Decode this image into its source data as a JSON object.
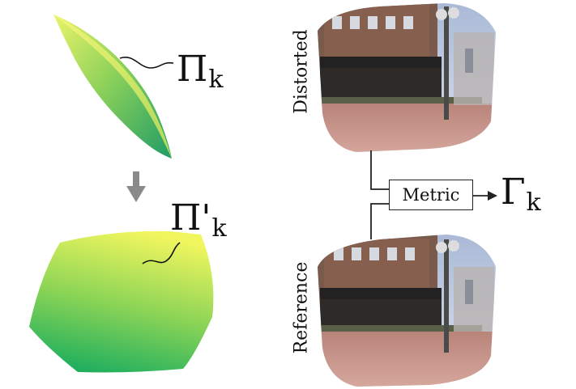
{
  "figure": {
    "pi_k": {
      "symbol": "Π",
      "subscript": "k"
    },
    "pi_prime_k": {
      "symbol": "Π'",
      "subscript": "k"
    },
    "gamma_k": {
      "symbol": "Γ",
      "subscript": "k"
    },
    "distorted_label": "Distorted",
    "reference_label": "Reference",
    "metric_label": "Metric"
  },
  "colors": {
    "leaf_light": "#e6f25c",
    "leaf_dark": "#2aa86a",
    "patch_top": "#f2f760",
    "patch_bottom": "#20b060",
    "arrow": "#888888",
    "line": "#222222",
    "photo_sky": "#c9d3e3",
    "photo_building": "#6a4a3a",
    "photo_ground": "#c99a8a"
  }
}
